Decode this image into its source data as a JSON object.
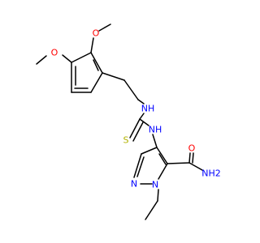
{
  "molecule": {
    "colors": {
      "bond": "#000000",
      "oxygen": "#ff0000",
      "nitrogen": "#0000ff",
      "sulfur": "#b2b200"
    },
    "atoms": {
      "o_methoxy_top": "O",
      "o_methoxy_left": "O",
      "nh_thiourea_upper": "NH",
      "nh_thiourea_lower": "NH",
      "s_thione": "S",
      "o_amide": "O",
      "nh2_amide": "NH2",
      "n_pyrazole_1": "N",
      "n_pyrazole_2": "N"
    }
  }
}
